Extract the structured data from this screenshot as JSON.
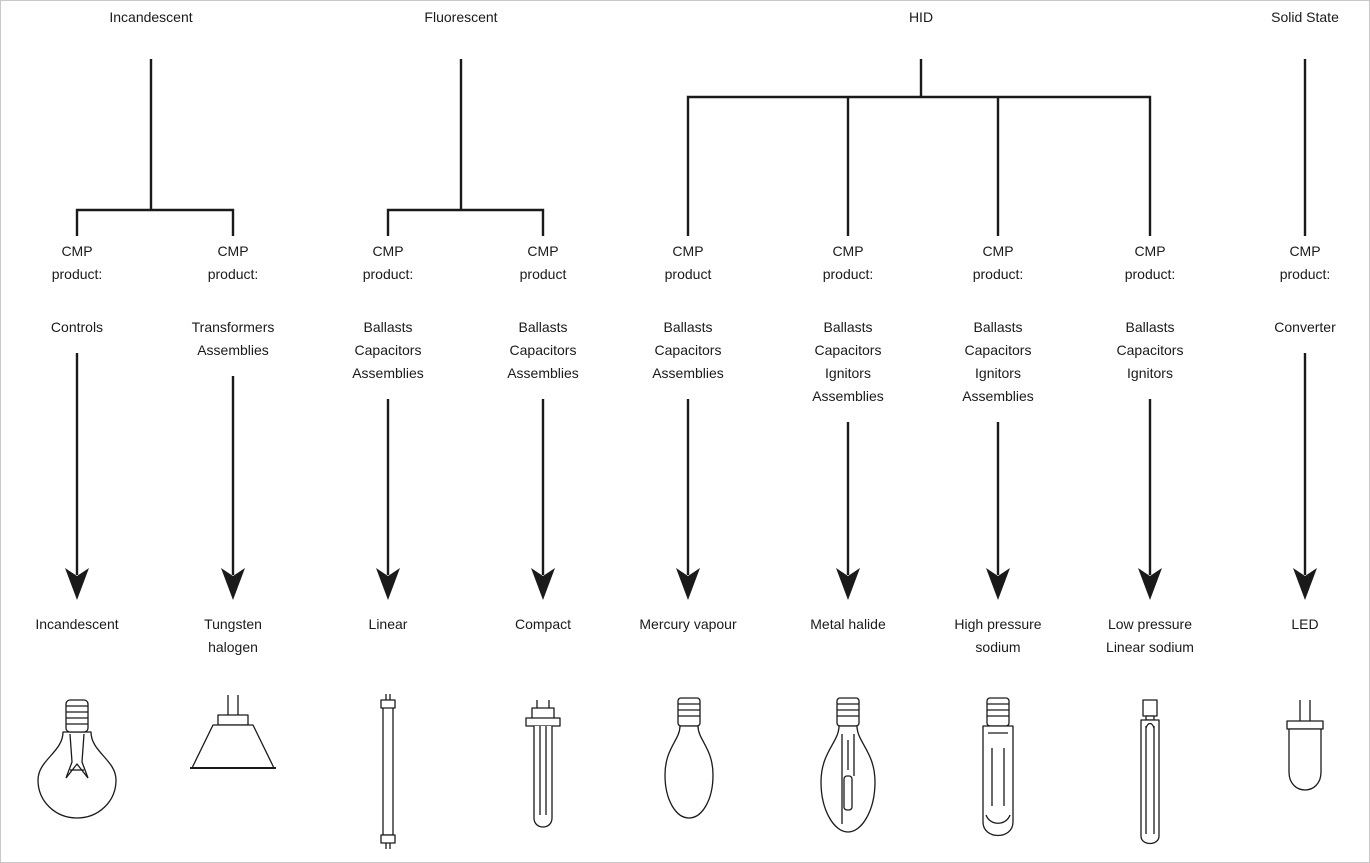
{
  "categories": [
    {
      "id": "incandescent",
      "label": "Incandescent"
    },
    {
      "id": "fluorescent",
      "label": "Fluorescent"
    },
    {
      "id": "hid",
      "label": "HID"
    },
    {
      "id": "solid-state",
      "label": "Solid State"
    }
  ],
  "columns": [
    {
      "id": "incandescent",
      "cmp": [
        "CMP",
        "product:"
      ],
      "products": [
        "Controls"
      ],
      "lamp": [
        "Incandescent"
      ],
      "icon": "incandescent-bulb-icon"
    },
    {
      "id": "tungsten-halogen",
      "cmp": [
        "CMP",
        "product:"
      ],
      "products": [
        "Transformers",
        "Assemblies"
      ],
      "lamp": [
        "Tungsten",
        "halogen"
      ],
      "icon": "halogen-reflector-icon"
    },
    {
      "id": "linear",
      "cmp": [
        "CMP",
        "product:"
      ],
      "products": [
        "Ballasts",
        "Capacitors",
        "Assemblies"
      ],
      "lamp": [
        "Linear"
      ],
      "icon": "linear-tube-icon"
    },
    {
      "id": "compact",
      "cmp": [
        "CMP",
        "product"
      ],
      "products": [
        "Ballasts",
        "Capacitors",
        "Assemblies"
      ],
      "lamp": [
        "Compact"
      ],
      "icon": "compact-fluorescent-icon"
    },
    {
      "id": "mercury-vapour",
      "cmp": [
        "CMP",
        "product"
      ],
      "products": [
        "Ballasts",
        "Capacitors",
        "Assemblies"
      ],
      "lamp": [
        "Mercury vapour"
      ],
      "icon": "mercury-vapour-bulb-icon"
    },
    {
      "id": "metal-halide",
      "cmp": [
        "CMP",
        "product:"
      ],
      "products": [
        "Ballasts",
        "Capacitors",
        "Ignitors",
        "Assemblies"
      ],
      "lamp": [
        "Metal halide"
      ],
      "icon": "metal-halide-bulb-icon"
    },
    {
      "id": "high-pressure-sodium",
      "cmp": [
        "CMP",
        "product:"
      ],
      "products": [
        "Ballasts",
        "Capacitors",
        "Ignitors",
        "Assemblies"
      ],
      "lamp": [
        "High pressure",
        "sodium"
      ],
      "icon": "high-pressure-sodium-bulb-icon"
    },
    {
      "id": "low-pressure-sodium",
      "cmp": [
        "CMP",
        "product:"
      ],
      "products": [
        "Ballasts",
        "Capacitors",
        "Ignitors"
      ],
      "lamp": [
        "Low pressure",
        "Linear sodium"
      ],
      "icon": "low-pressure-sodium-lamp-icon"
    },
    {
      "id": "led",
      "cmp": [
        "CMP",
        "product:"
      ],
      "products": [
        "Converter"
      ],
      "lamp": [
        "LED"
      ],
      "icon": "led-icon"
    }
  ]
}
